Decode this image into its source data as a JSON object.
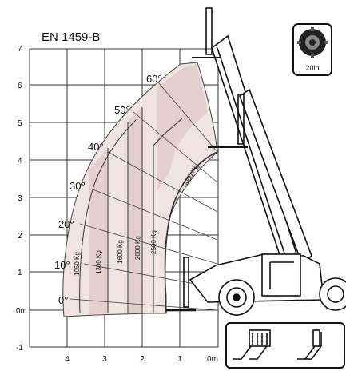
{
  "title": "EN 1459-B",
  "axes": {
    "y_ticks": [
      "7",
      "6",
      "5",
      "4",
      "3",
      "2",
      "1",
      "0m",
      "-1"
    ],
    "x_ticks": [
      "4",
      "3",
      "2",
      "1",
      "0m"
    ]
  },
  "angle_labels": [
    "60°",
    "50°",
    "40°",
    "30°",
    "20°",
    "10°",
    "0°"
  ],
  "load_labels": [
    "1050 Kg",
    "1300 Kg",
    "1600 Kg",
    "2000 Kg",
    "2500 Kg",
    "3000 Kg"
  ],
  "tire_badge": {
    "label": "20in",
    "icon": "tire-icon"
  },
  "attachments": {
    "icons": [
      "fork-carriage-icon",
      "fork-carriage-icon"
    ]
  },
  "colors": {
    "zone_fill": "#e6d4d4",
    "zone_stroke": "#555555",
    "grid": "#333333",
    "ink": "#111111"
  }
}
